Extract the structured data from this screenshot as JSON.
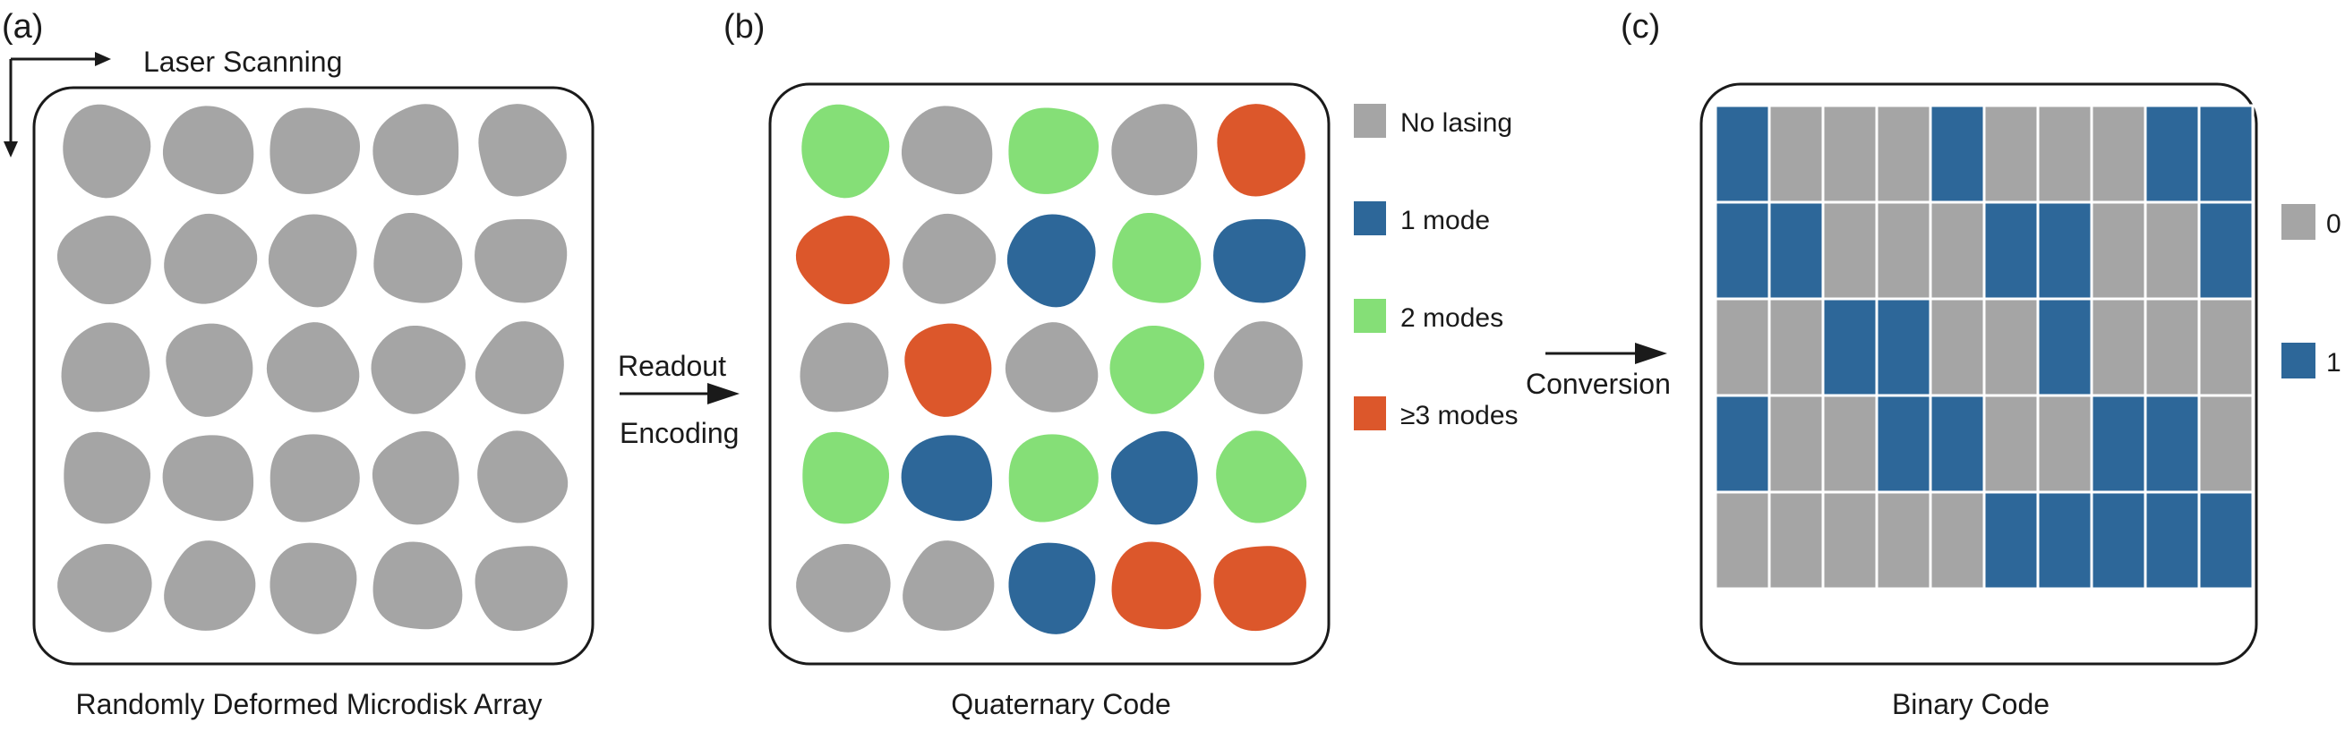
{
  "panels": {
    "a": {
      "tag": "(a)",
      "caption": "Randomly Deformed Microdisk Array",
      "scan_label": "Laser Scanning",
      "states": [
        [
          0,
          0,
          0,
          0,
          0
        ],
        [
          0,
          0,
          0,
          0,
          0
        ],
        [
          0,
          0,
          0,
          0,
          0
        ],
        [
          0,
          0,
          0,
          0,
          0
        ],
        [
          0,
          0,
          0,
          0,
          0
        ]
      ]
    },
    "b": {
      "tag": "(b)",
      "caption": "Quaternary Code",
      "arrow_label_1": "Readout",
      "arrow_label_2": "Encoding",
      "states": [
        [
          2,
          0,
          2,
          0,
          3
        ],
        [
          3,
          0,
          1,
          2,
          1
        ],
        [
          0,
          3,
          0,
          2,
          0
        ],
        [
          2,
          1,
          2,
          1,
          2
        ],
        [
          0,
          0,
          1,
          3,
          3
        ]
      ],
      "legend": [
        {
          "state": 0,
          "label": "No lasing"
        },
        {
          "state": 1,
          "label": "1 mode"
        },
        {
          "state": 2,
          "label": "2 modes"
        },
        {
          "state": 3,
          "label": "≥3 modes"
        }
      ]
    },
    "c": {
      "tag": "(c)",
      "caption": "Binary Code",
      "arrow_label": "Conversion",
      "bits": [
        [
          1,
          0,
          0,
          0,
          1,
          0,
          0,
          0,
          1,
          1
        ],
        [
          1,
          1,
          0,
          0,
          0,
          1,
          1,
          0,
          0,
          1
        ],
        [
          0,
          0,
          1,
          1,
          0,
          0,
          1,
          0,
          0,
          0
        ],
        [
          1,
          0,
          0,
          1,
          1,
          0,
          0,
          1,
          1,
          0
        ],
        [
          0,
          0,
          0,
          0,
          0,
          1,
          1,
          1,
          1,
          1
        ]
      ],
      "legend": [
        {
          "bit": 0,
          "label": "0"
        },
        {
          "bit": 1,
          "label": "1"
        }
      ]
    }
  },
  "colors": {
    "state_0": "#a5a5a5",
    "state_1": "#2d6799",
    "state_2": "#85df77",
    "state_3": "#dc572b",
    "bit_0": "#a5a5a5",
    "bit_1": "#2d6799",
    "frame": "#1a1a1a",
    "grid_line": "#ffffff"
  }
}
